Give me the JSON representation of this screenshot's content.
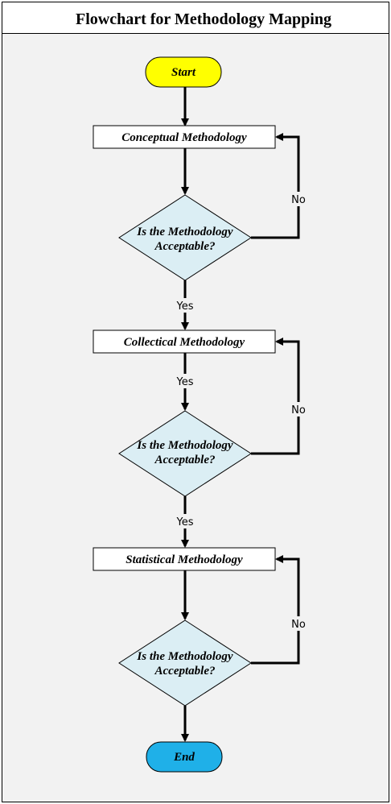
{
  "title": "Flowchart for Methodology Mapping",
  "colors": {
    "canvas": "#f2f2f2",
    "border": "#000000",
    "start_fill": "#ffff00",
    "end_fill": "#1fb0e8",
    "process_fill": "#ffffff",
    "decision_fill": "#dbeef4"
  },
  "nodes": {
    "start": "Start",
    "conceptual": "Conceptual Methodology",
    "decision1_line1": "Is the Methodology",
    "decision1_line2": "Acceptable?",
    "collectical": "Collectical Methodology",
    "decision2_line1": "Is the Methodology",
    "decision2_line2": "Acceptable?",
    "statistical": "Statistical Methodology",
    "decision3_line1": "Is the Methodology",
    "decision3_line2": "Acceptable?",
    "end": "End"
  },
  "edges": {
    "no1": "No",
    "yes1": "Yes",
    "yes_collectical": "Yes",
    "no2": "No",
    "yes2": "Yes",
    "no3": "No"
  }
}
